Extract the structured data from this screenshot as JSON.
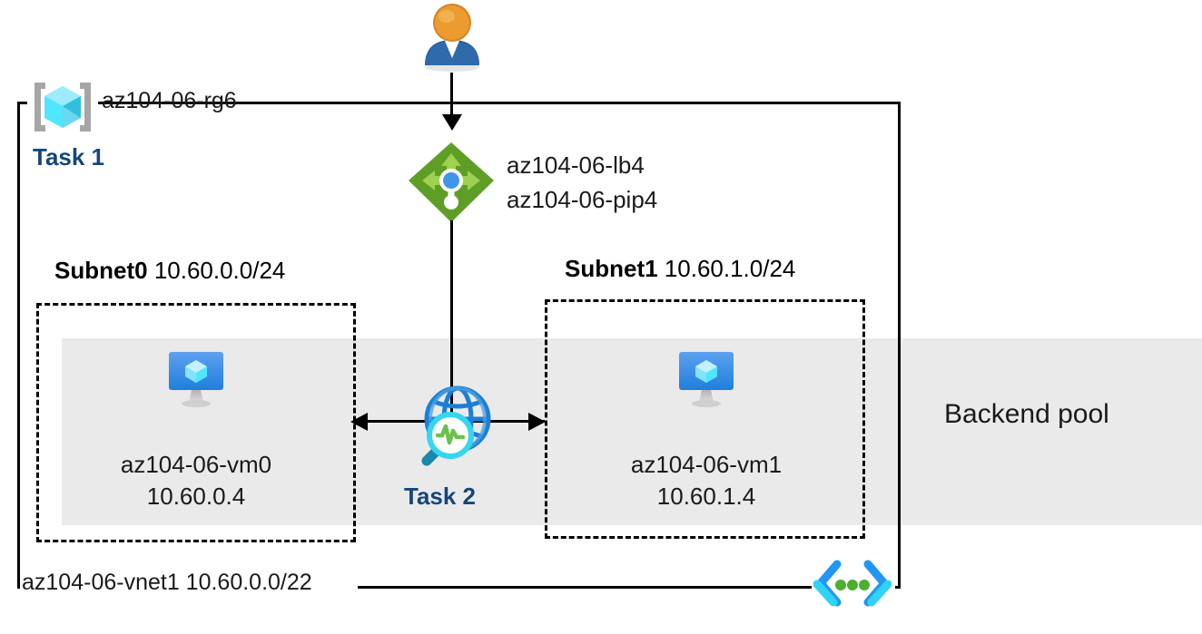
{
  "diagram": {
    "title": "Azure load balancer and virtual network architecture",
    "colors": {
      "task_label": "#13477a",
      "backend_band": "#eaeaea",
      "lb_green": "#5e9e27",
      "lb_light_green": "#8cc63f",
      "lb_center_blue": "#3f96e8",
      "vm_blue": "#2f8ae0",
      "rg_cyan": "#43e0f8",
      "user_orange": "#eb9b30",
      "user_blue": "#2a5c96",
      "globe_blue": "#1c7fd4",
      "magnifier_cyan": "#35d6ee",
      "waveform_green": "#6cc14b",
      "vnet_chevron_blue": "#2196f3",
      "vnet_chevron_cyan": "#31d3f5",
      "vnet_dot_green": "#4caf2f",
      "line": "#000000"
    }
  },
  "resource_group": {
    "icon": "resource-group-cube-icon",
    "name": "az104-06-rg6",
    "task_label": "Task 1"
  },
  "load_balancer": {
    "icon": "load-balancer-icon",
    "name": "az104-06-lb4",
    "public_ip": "az104-06-pip4"
  },
  "user": {
    "icon": "user-icon"
  },
  "vnet": {
    "label": "az104-06-vnet1 10.60.0.0/22",
    "icon": "virtual-network-icon"
  },
  "backend_pool": {
    "label": "Backend pool"
  },
  "network_watcher": {
    "icon": "network-watcher-globe-icon",
    "task_label": "Task 2"
  },
  "subnets": [
    {
      "name": "Subnet0",
      "cidr": "10.60.0.0/24",
      "vm": {
        "icon": "virtual-machine-icon",
        "name": "az104-06-vm0",
        "ip": "10.60.0.4"
      }
    },
    {
      "name": "Subnet1",
      "cidr": "10.60.1.0/24",
      "vm": {
        "icon": "virtual-machine-icon",
        "name": "az104-06-vm1",
        "ip": "10.60.1.4"
      }
    }
  ]
}
